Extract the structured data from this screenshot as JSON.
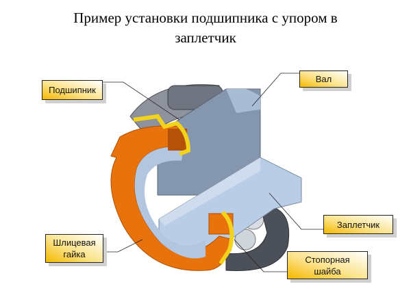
{
  "title": {
    "line1": "Пример установки подшипника с упором в",
    "line2": "заплетчик"
  },
  "labels": {
    "bearing": "Подшипник",
    "shaft": "Вал",
    "shoulder": "Заплетчик",
    "nut_line1": "Шлицевая",
    "nut_line2": "гайка",
    "washer_line1": "Стопорная",
    "washer_line2": "шайба"
  },
  "colors": {
    "nut": "#e8720c",
    "washer": "#f2d21a",
    "shaft": "#b9cde6",
    "bearing": "#7c818c"
  }
}
